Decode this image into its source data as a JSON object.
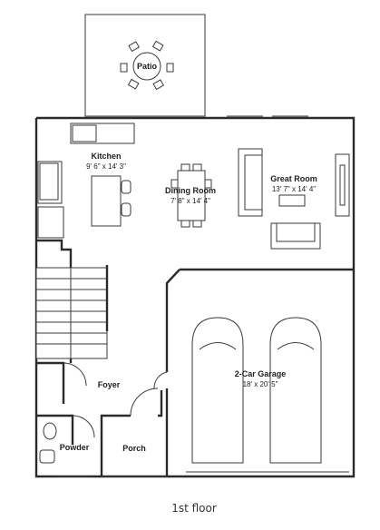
{
  "rooms": {
    "patio": {
      "name": "Patio"
    },
    "kitchen": {
      "name": "Kitchen",
      "size": "9' 6\" x 14' 3\""
    },
    "dining": {
      "name": "Dining Room",
      "size": "7' 8\" x 14' 4\""
    },
    "great": {
      "name": "Great Room",
      "size": "13' 7\" x 14' 4\""
    },
    "garage": {
      "name": "2-Car Garage",
      "size": "18' x 20' 5\""
    },
    "foyer": {
      "name": "Foyer"
    },
    "powder": {
      "name": "Powder"
    },
    "porch": {
      "name": "Porch"
    }
  },
  "caption": "1st floor",
  "colors": {
    "wall": "#2b2b2b",
    "background": "#ffffff"
  }
}
